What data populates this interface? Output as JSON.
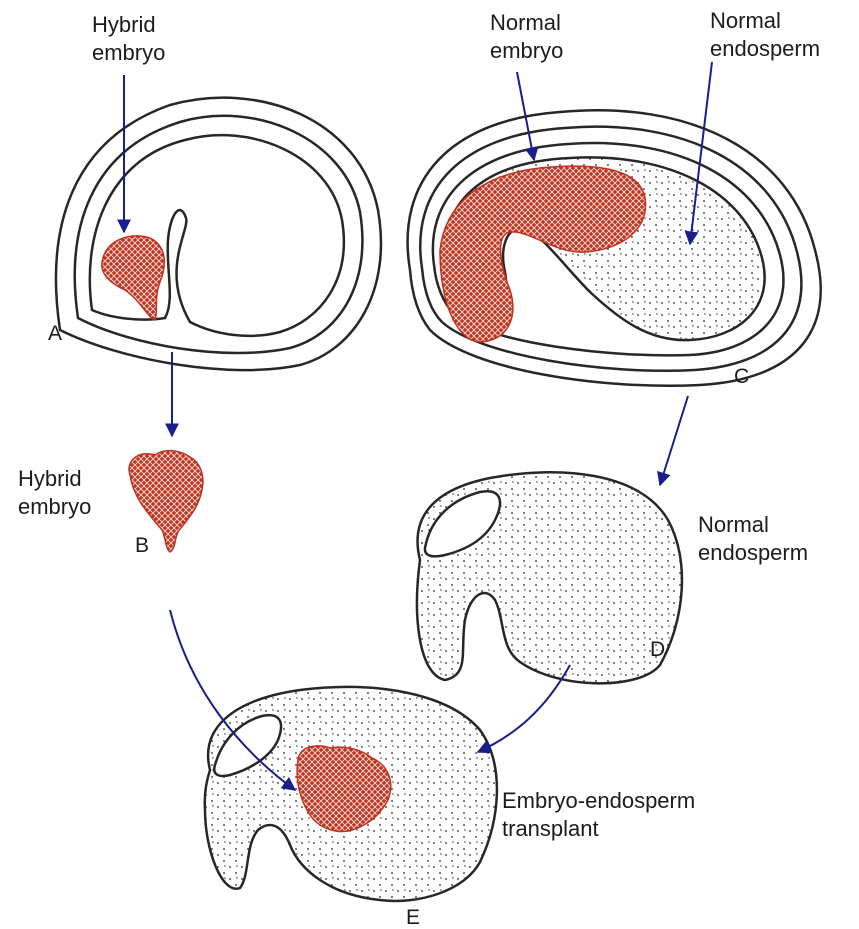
{
  "labels": {
    "hybrid_embryo_top": [
      "Hybrid",
      "embryo"
    ],
    "normal_embryo": [
      "Normal",
      "embryo"
    ],
    "normal_endosperm_top": [
      "Normal",
      "endosperm"
    ],
    "hybrid_embryo_mid": [
      "Hybrid",
      "embryo"
    ],
    "normal_endosperm_mid": [
      "Normal",
      "endosperm"
    ],
    "transplant": [
      "Embryo-endosperm",
      "transplant"
    ]
  },
  "letters": {
    "a": "A",
    "b": "B",
    "c": "C",
    "d": "D",
    "e": "E"
  },
  "colors": {
    "embryo": "#c0311f",
    "outline": "#2a2624",
    "arrow": "#1a1e8c",
    "background": "#ffffff"
  }
}
